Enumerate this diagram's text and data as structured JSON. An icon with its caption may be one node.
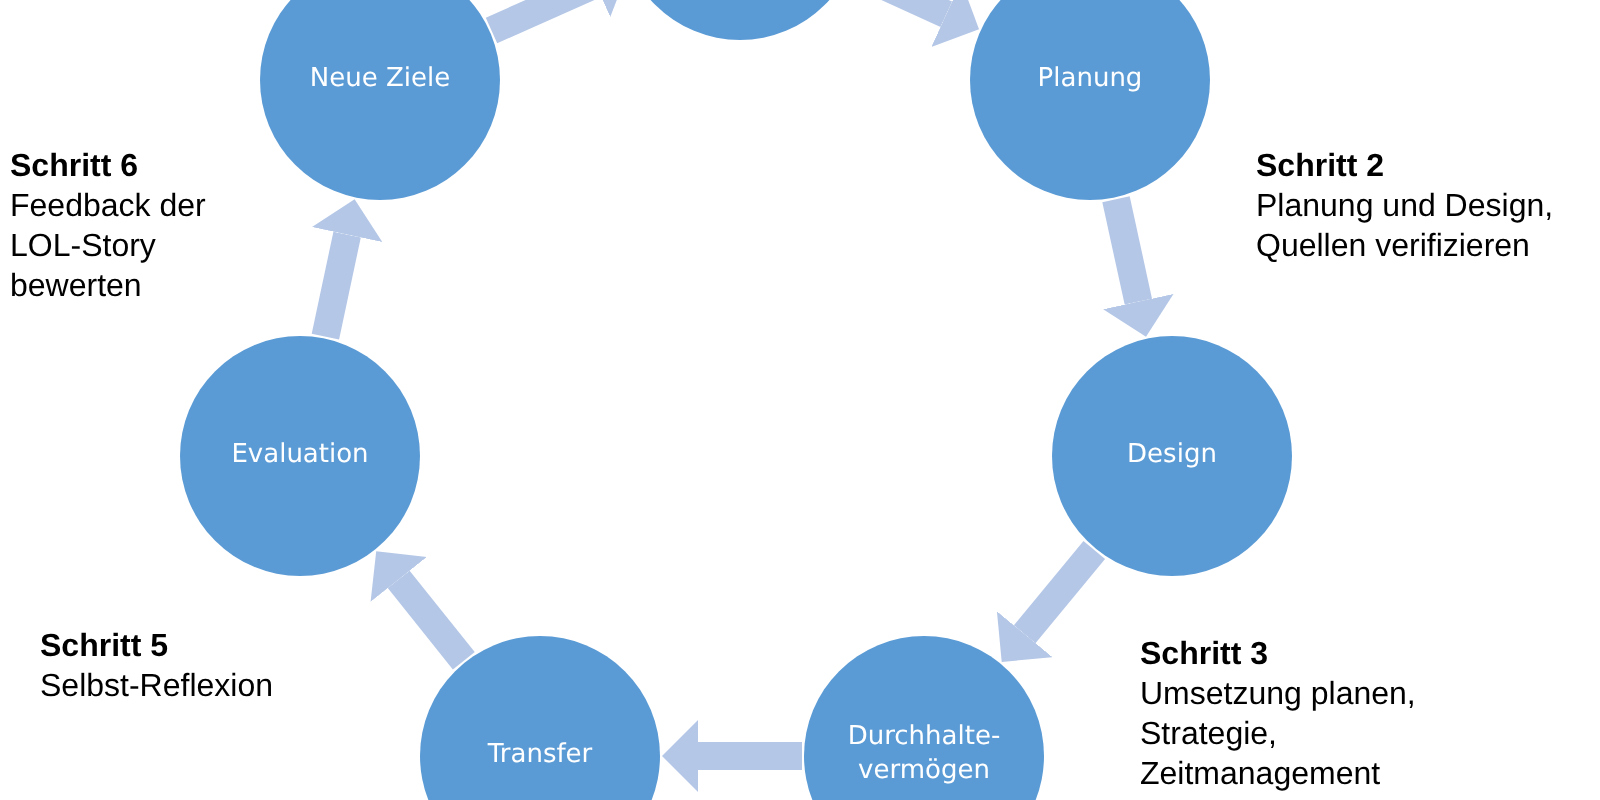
{
  "diagram": {
    "nodes": [
      {
        "text": [],
        "shape": "circle"
      },
      {
        "text": [
          "Planung"
        ]
      },
      {
        "text": [
          "Design"
        ]
      },
      {
        "text": [
          "Durchhalte-vermögen"
        ]
      },
      {
        "text": [
          "Transfer"
        ]
      },
      {
        "text": [
          "Evaluation"
        ]
      },
      {
        "text": [
          "Neue Ziele"
        ]
      }
    ],
    "edges": [
      {
        "from": 6,
        "to": 0,
        "arrow": "to"
      },
      {
        "from": 0,
        "to": 1,
        "arrow": "to"
      },
      {
        "from": 1,
        "to": 2,
        "arrow": "to"
      },
      {
        "from": 2,
        "to": 3,
        "arrow": "to"
      },
      {
        "from": 3,
        "to": 4,
        "arrow": "to"
      },
      {
        "from": 4,
        "to": 5,
        "arrow": "to"
      },
      {
        "from": 5,
        "to": 6,
        "arrow": "to"
      }
    ],
    "labels": [
      "Schritt 6",
      "Feedback der LOL-Story bewerten",
      "Schritt 2",
      "Planung und Design, Quellen verifizieren",
      "Schritt 5",
      "Selbst-Reflexion",
      "Schritt 3",
      "Umsetzung planen, Strategie, Zeitmanagement"
    ]
  }
}
